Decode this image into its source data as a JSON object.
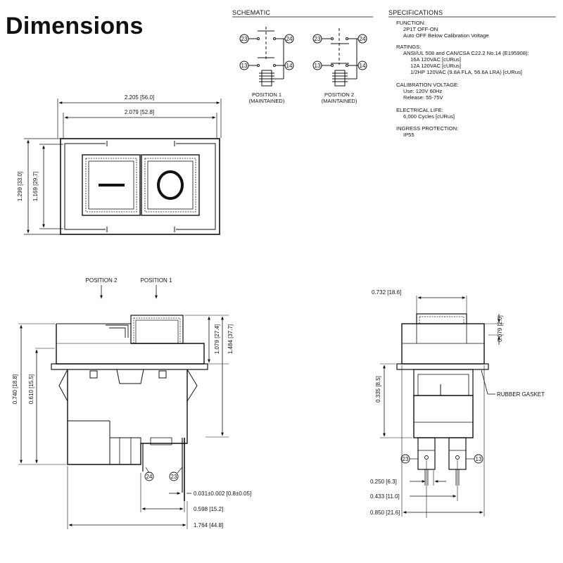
{
  "title": "Dimensions",
  "schematic": {
    "header": "SCHEMATIC",
    "position1": {
      "label_line1": "POSITION 1",
      "label_line2": "(MAINTAINED)"
    },
    "position2": {
      "label_line1": "POSITION 2",
      "label_line2": "(MAINTAINED)"
    },
    "terminals": [
      "23",
      "24",
      "13",
      "14"
    ]
  },
  "specifications": {
    "header": "SPECIFICATIONS",
    "function": {
      "label": "FUNCTION:",
      "lines": [
        "2P1T OFF-ON",
        "Auto OFF Below Calibration Voltage"
      ]
    },
    "ratings": {
      "label": "RATINGS:",
      "lines": [
        "ANSI/UL 508 and CAN/CSA C22.2 No.14 (E195908):",
        "16A 120VAC [cURus]",
        "12A 120VAC [cURus]",
        "1/2HP 120VAC (9.8A FLA, 56.6A LRA) [cURus]"
      ]
    },
    "calibration": {
      "label": "CALIBRATION VOLTAGE:",
      "lines": [
        "Use: 120V 60Hz",
        "Release: 55-75V"
      ]
    },
    "electrical_life": {
      "label": "ELECTRICAL LIFE:",
      "lines": [
        "6,000 Cycles [cURus]"
      ]
    },
    "ingress": {
      "label": "INGRESS PROTECTION:",
      "lines": [
        "IP55"
      ]
    }
  },
  "top_view": {
    "overall_width": "2.205 [56.0]",
    "inner_width": "2.079 [52.8]",
    "overall_height": "1.299 [33.0]",
    "inner_height": "1.169 [29.7]",
    "off_symbol": "—",
    "on_symbol": "O"
  },
  "side_view": {
    "position2": "POSITION 2",
    "position1": "POSITION 1",
    "height_upper": "1.079 [27.4]",
    "height_total": "1.484 [37.7]",
    "height_0740": "0.740 [18.8]",
    "height_0610": "0.610 [15.5]",
    "terminal_thickness": "0.031±0.002 [0.8±0.05]",
    "dim_0598": "0.598 [15.2]",
    "dim_1764": "1.764 [44.8]",
    "terminal_24": "24",
    "terminal_23": "23"
  },
  "end_view": {
    "width": "0.732 [18.6]",
    "lip": "0.079 [2.0]",
    "dim_0335": "0.335 [8.5]",
    "gasket_label": "RUBBER GASKET",
    "dim_0250": "0.250 [6.3]",
    "dim_0433": "0.433 [11.0]",
    "dim_0850": "0.850 [21.6]",
    "terminal_23": "23",
    "terminal_13": "13"
  }
}
